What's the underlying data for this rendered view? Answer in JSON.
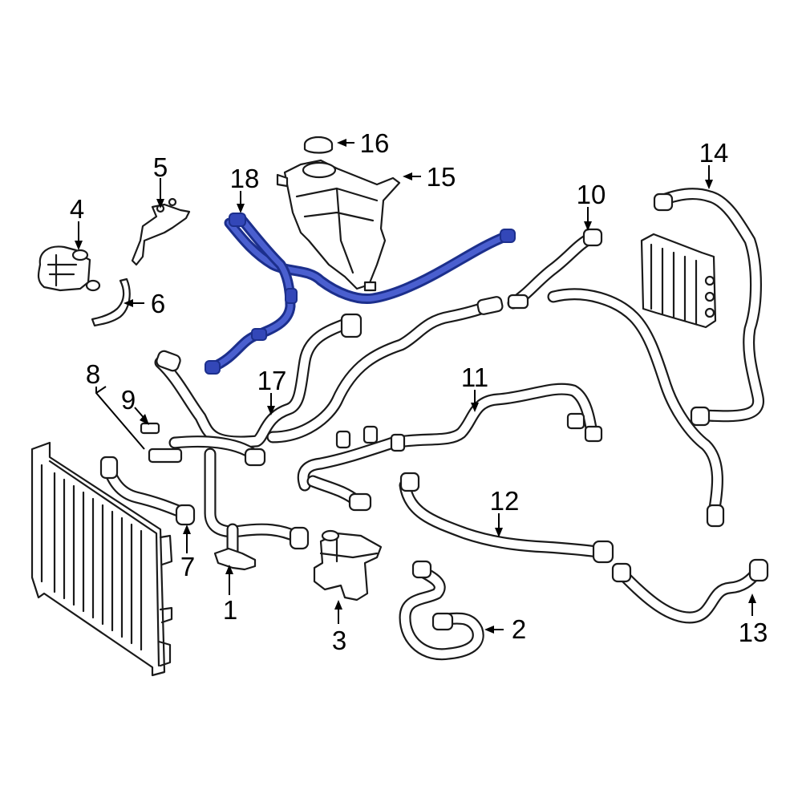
{
  "diagram": {
    "highlight_color": "#3347b8",
    "callouts": [
      {
        "id": "c1",
        "label": "1"
      },
      {
        "id": "c2",
        "label": "2"
      },
      {
        "id": "c3",
        "label": "3"
      },
      {
        "id": "c4",
        "label": "4"
      },
      {
        "id": "c5",
        "label": "5"
      },
      {
        "id": "c6",
        "label": "6"
      },
      {
        "id": "c7",
        "label": "7"
      },
      {
        "id": "c8",
        "label": "8"
      },
      {
        "id": "c9",
        "label": "9"
      },
      {
        "id": "c10",
        "label": "10"
      },
      {
        "id": "c11",
        "label": "11"
      },
      {
        "id": "c12",
        "label": "12"
      },
      {
        "id": "c13",
        "label": "13"
      },
      {
        "id": "c14",
        "label": "14"
      },
      {
        "id": "c15",
        "label": "15"
      },
      {
        "id": "c16",
        "label": "16"
      },
      {
        "id": "c17",
        "label": "17"
      },
      {
        "id": "c18",
        "label": "18"
      }
    ]
  }
}
